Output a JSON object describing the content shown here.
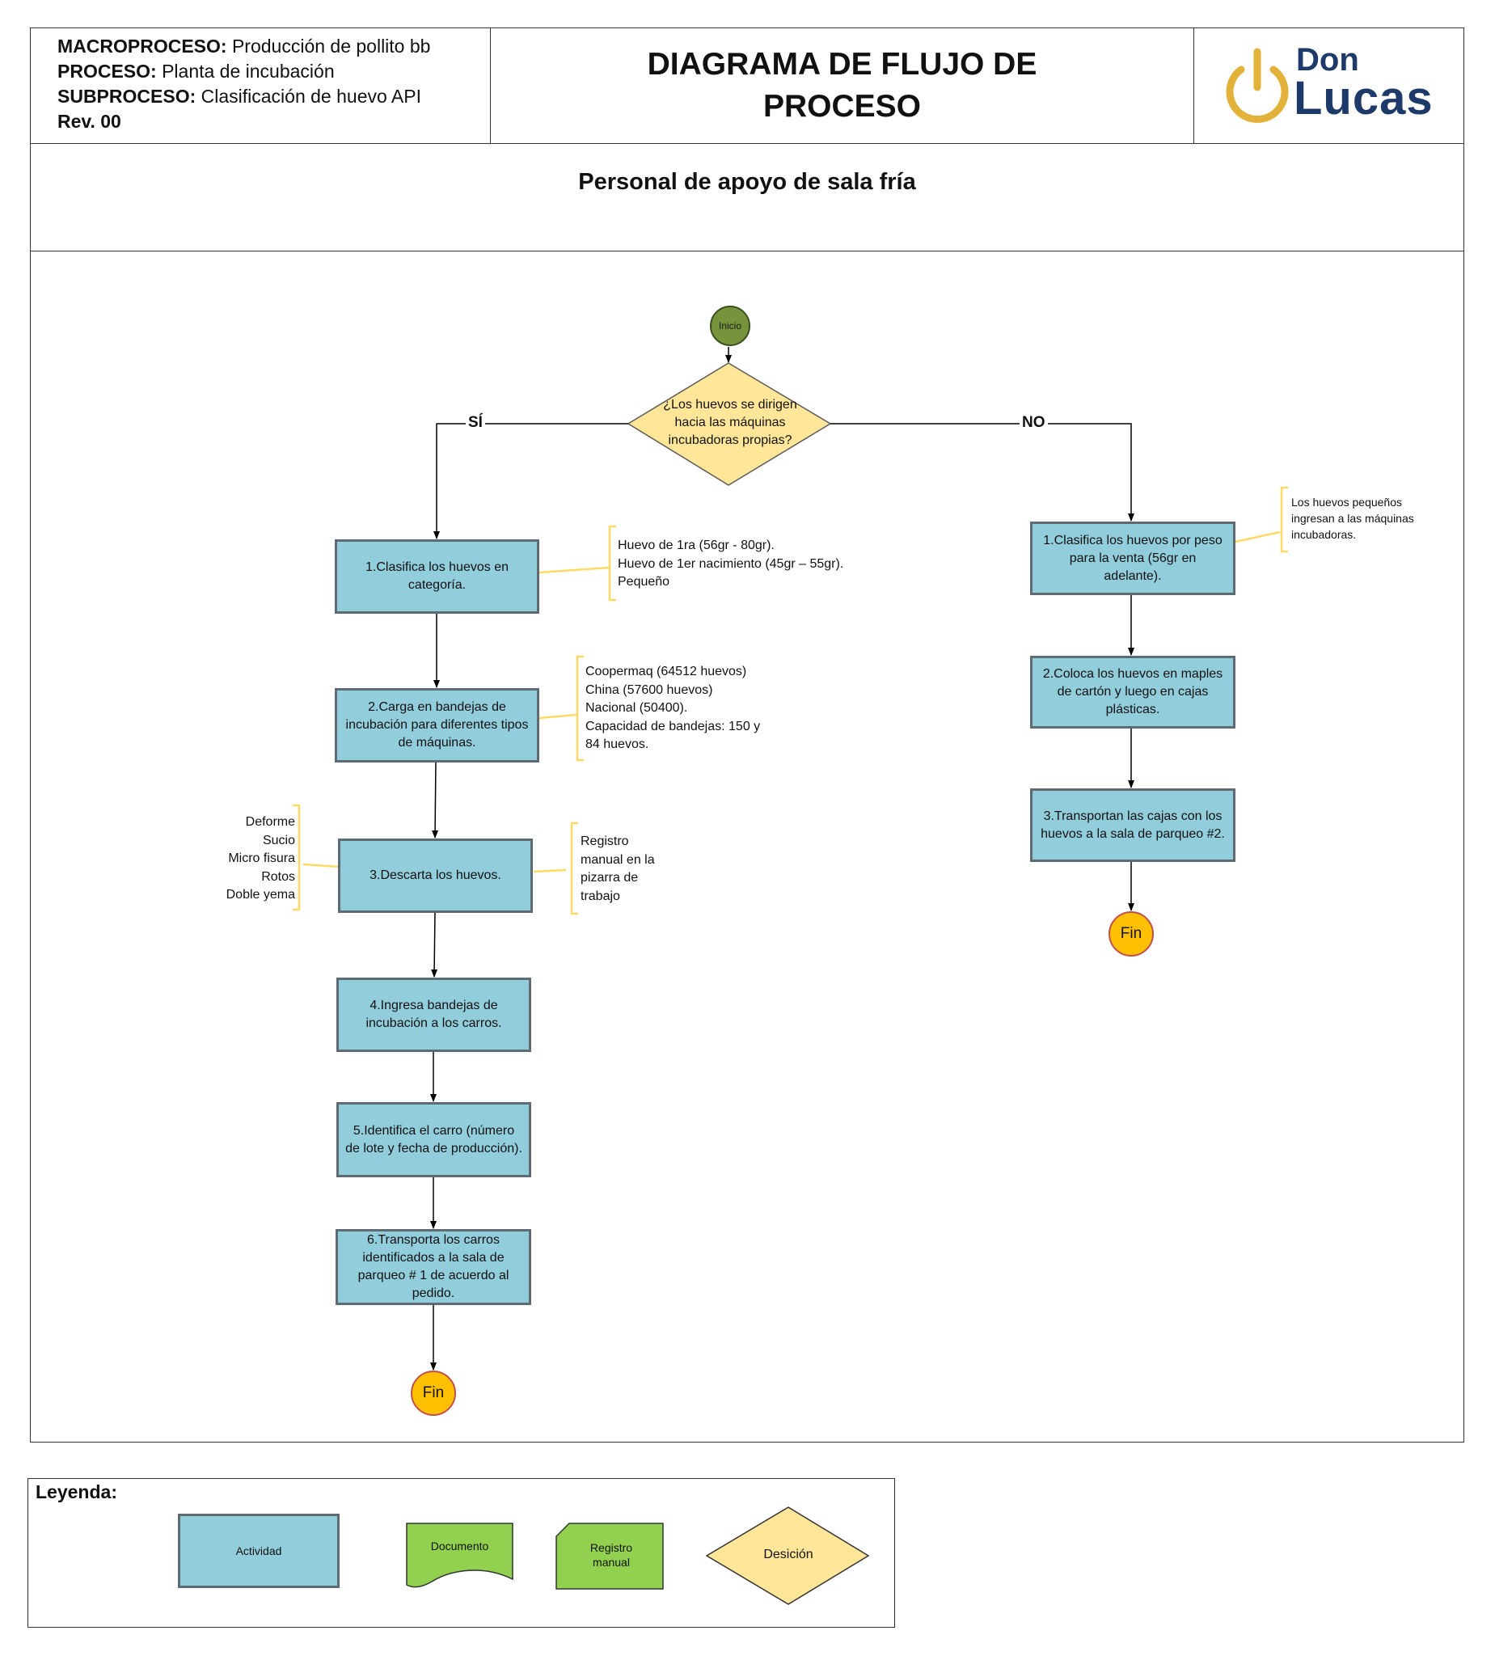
{
  "header": {
    "macroproceso_label": "MACROPROCESO:",
    "macroproceso_value": "Producción de pollito bb",
    "proceso_label": "PROCESO:",
    "proceso_value": "Planta de incubación",
    "subproceso_label": "SUBPROCESO:",
    "subproceso_value": "Clasificación de huevo API",
    "revision": "Rev. 00",
    "title_line1": "DIAGRAMA DE FLUJO DE",
    "title_line2": "PROCESO",
    "logo_word1": "Don",
    "logo_word2": "Lucas"
  },
  "lane_title": "Personal de apoyo de sala fría",
  "flow": {
    "start": "Inicio",
    "decision": "¿Los huevos se dirigen hacia las máquinas incubadoras propias?",
    "yes_label": "SÍ",
    "no_label": "NO",
    "yes_steps": [
      "1.Clasifica los huevos en categoría.",
      "2.Carga en bandejas de incubación para diferentes tipos de máquinas.",
      "3.Descarta los huevos.",
      "4.Ingresa bandejas de incubación a los carros.",
      "5.Identifica el carro (número de lote y fecha de producción).",
      "6.Transporta los carros identificados a la sala de parqueo # 1 de acuerdo al pedido."
    ],
    "no_steps": [
      "1.Clasifica los huevos por peso para la venta (56gr en adelante).",
      "2.Coloca los huevos en maples de cartón y luego en cajas plásticas.",
      "3.Transportan las cajas con los huevos a la sala de parqueo #2."
    ],
    "end": "Fin",
    "notes": {
      "step1": "Huevo de 1ra (56gr - 80gr).\nHuevo de 1er nacimiento (45gr – 55gr).\nPequeño",
      "step2": "Coopermaq (64512 huevos)\nChina (57600 huevos)\nNacional (50400).\nCapacidad de bandejas: 150 y\n84 huevos.",
      "step3_left": "Deforme\nSucio\nMicro fisura\nRotos\nDoble yema",
      "step3_right": "Registro\nmanual en la\npizarra de\ntrabajo",
      "no_step1": "Los huevos pequeños\ningresan a las máquinas\nincubadoras."
    }
  },
  "legend": {
    "title": "Leyenda:",
    "activity": "Actividad",
    "document": "Documento",
    "manual_record": "Registro manual",
    "decision": "Desición"
  },
  "colors": {
    "activity": "#92cddc",
    "decision": "#ffe699",
    "start": "#77933c",
    "end": "#ffc000",
    "legend_green": "#92d050",
    "note_bracket": "#ffd966",
    "logo_gold": "#e2b23a",
    "logo_navy": "#1d3a6b"
  }
}
